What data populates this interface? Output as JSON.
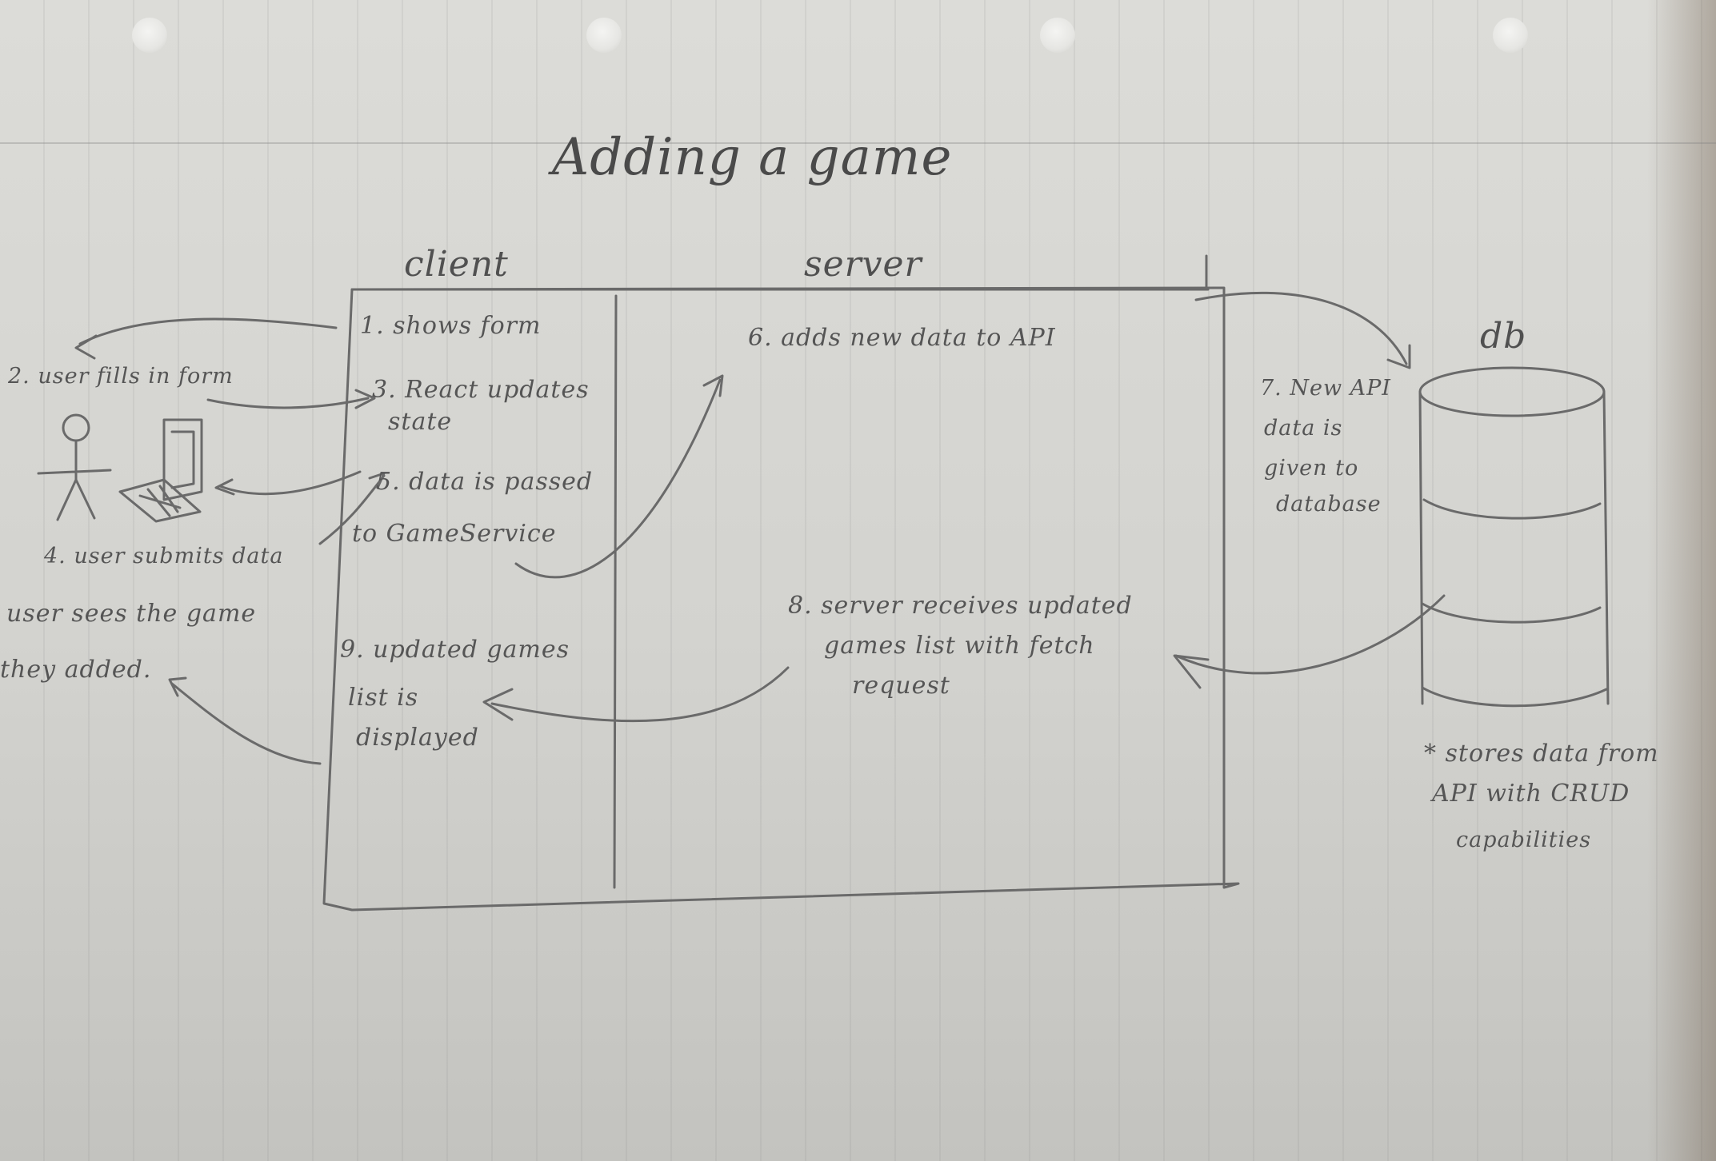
{
  "title": "Adding a game",
  "sections": {
    "client": "client",
    "server": "server",
    "db": "db"
  },
  "steps": {
    "s1": "1. shows form",
    "s2": "2. user fills in form",
    "s3a": "3. React updates",
    "s3b": "state",
    "s4": "4. user submits data",
    "s5a": "5. data is passed",
    "s5b": "to GameService",
    "s6": "6. adds new data to API",
    "s7a": "7. New API",
    "s7b": "data is",
    "s7c": "given to",
    "s7d": "database",
    "s8a": "8. server receives updated",
    "s8b": "games list with fetch",
    "s8c": "request",
    "s9a": "9. updated games",
    "s9b": "list is",
    "s9c": "displayed",
    "seesA": "user sees the game",
    "seesB": "they added."
  },
  "db_note": {
    "line1": "* stores data from",
    "line2": "API with CRUD",
    "line3": "capabilities"
  }
}
